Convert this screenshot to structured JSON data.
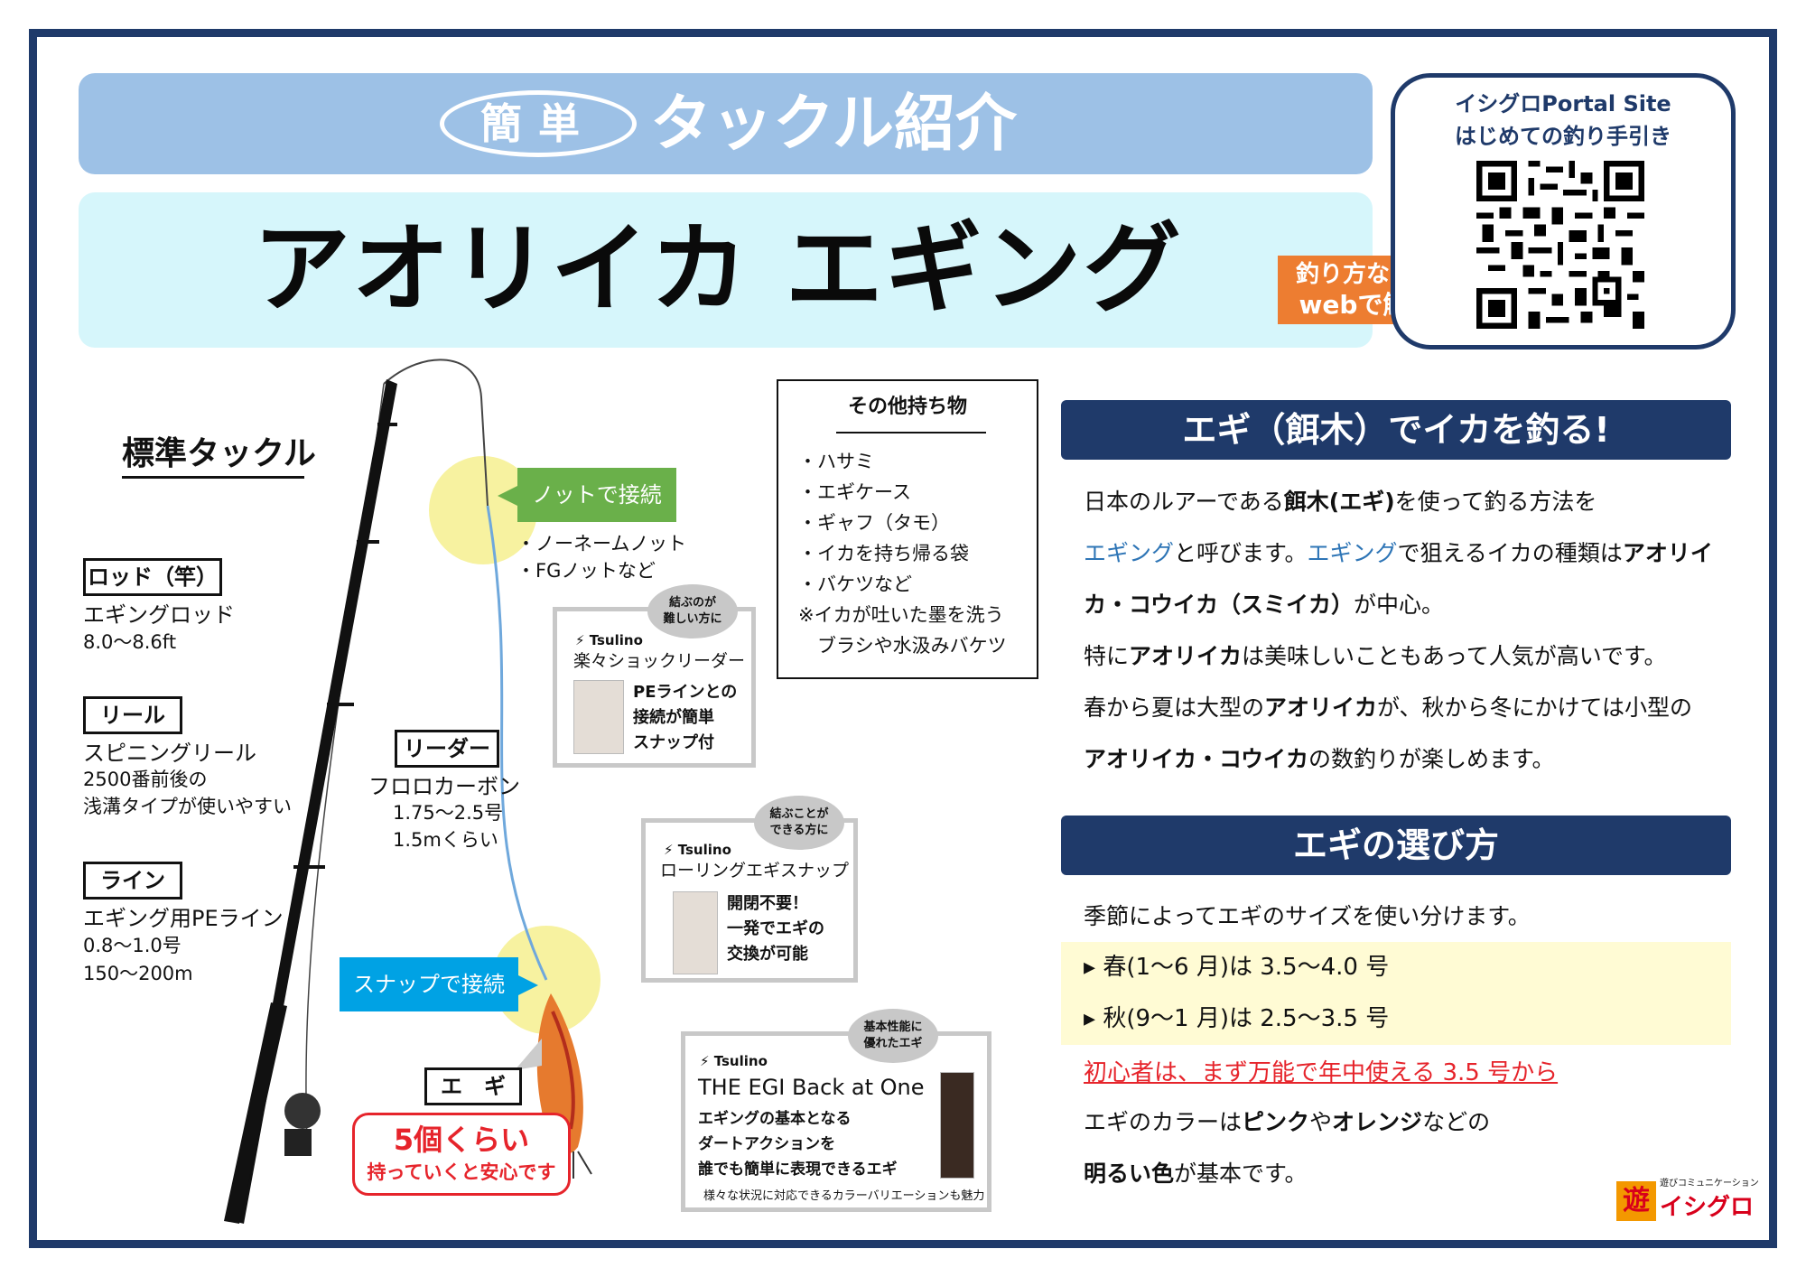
{
  "header": {
    "badge": "簡単",
    "subtitle": "タックル紹介",
    "title": "アオリイカ エギング",
    "web_badge_line1": "釣り方などは",
    "web_badge_line2": "webで解説"
  },
  "portal": {
    "line1": "イシグロPortal Site",
    "line2": "はじめての釣り手引き"
  },
  "tackle": {
    "title": "標準タックル",
    "rod": {
      "label": "ロッド（竿）",
      "name": "エギングロッド",
      "spec": "8.0〜8.6ft"
    },
    "reel": {
      "label": "リール",
      "name": "スピニングリール",
      "spec1": "2500番前後の",
      "spec2": "浅溝タイプが使いやすい"
    },
    "line": {
      "label": "ライン",
      "name": "エギング用PEライン",
      "spec1": "0.8〜1.0号",
      "spec2": "150〜200m"
    },
    "leader": {
      "label": "リーダー",
      "name": "フロロカーボン",
      "spec1": "1.75〜2.5号",
      "spec2": "1.5mくらい"
    },
    "egi": {
      "label": "エ　ギ",
      "count": "5個くらい",
      "note": "持っていくと安心です"
    }
  },
  "callouts": {
    "knot": "ノットで接続",
    "knot_list": [
      "・ノーネームノット",
      "・FGノットなど"
    ],
    "snap": "スナップで接続"
  },
  "products": [
    {
      "bubble": [
        "結ぶのが",
        "難しい方に"
      ],
      "brand": "Tsulino",
      "title": "楽々ショックリーダー",
      "desc": [
        "PEラインとの",
        "接続が簡単",
        "スナップ付"
      ]
    },
    {
      "bubble": [
        "結ぶことが",
        "できる方に"
      ],
      "brand": "Tsulino",
      "title": "ローリングエギスナップ",
      "desc": [
        "開閉不要！",
        "一発でエギの",
        "交換が可能"
      ]
    },
    {
      "bubble": [
        "基本性能に",
        "優れたエギ"
      ],
      "brand": "Tsulino",
      "title": "THE EGI Back at One",
      "desc": [
        "エギングの基本となる",
        "ダートアクションを",
        "誰でも簡単に表現できるエギ"
      ],
      "note": "様々な状況に対応できるカラーバリエーションも魅力"
    }
  ],
  "others": {
    "title": "その他持ち物",
    "items": [
      "・ハサミ",
      "・エギケース",
      "・ギャフ（タモ）",
      "・イカを持ち帰る袋",
      "・バケツなど"
    ],
    "note1": "※イカが吐いた墨を洗う",
    "note2": "　ブラシや水汲みバケツ"
  },
  "section1": {
    "heading": "エギ（餌木）でイカを釣る!",
    "lines": [
      [
        "日本のルアーである",
        "餌木(エギ)",
        "を使って釣る方法を"
      ],
      [
        "エギング",
        "と呼びます。",
        "エギング",
        "で狙えるイカの種類は",
        "アオリイ"
      ],
      [
        "カ・コウイカ（スミイカ）",
        "が中心。"
      ],
      [
        "特に",
        "アオリイカ",
        "は美味しいこともあって人気が高いです。"
      ],
      [
        "春から夏は大型の",
        "アオリイカ",
        "が、秋から冬にかけては小型の"
      ],
      [
        "アオリイカ・コウイカ",
        "の数釣りが楽しめます。"
      ]
    ]
  },
  "section2": {
    "heading": "エギの選び方",
    "intro": "季節によってエギのサイズを使い分けます。",
    "spring": "春(1〜6 月)は 3.5〜4.0 号",
    "autumn": "秋(9〜1 月)は 2.5〜3.5 号",
    "beginner": "初心者は、まず万能で年中使える 3.5 号から",
    "color1": [
      "エギのカラーは",
      "ピンク",
      "や",
      "オレンジ",
      "などの"
    ],
    "color2": [
      "明るい色",
      "が基本です。"
    ]
  },
  "logo": {
    "tagline": "遊びコミュニケーション",
    "name": "イシグロ"
  },
  "colors": {
    "navy": "#1f3a6a",
    "header_blue": "#9dc1e6",
    "header_cyan": "#d6f6fb",
    "green": "#6ab04a",
    "blue": "#00a2e4",
    "red": "#e6242b",
    "orange": "#ed7d31",
    "highlight_blue": "#2e75b6"
  }
}
